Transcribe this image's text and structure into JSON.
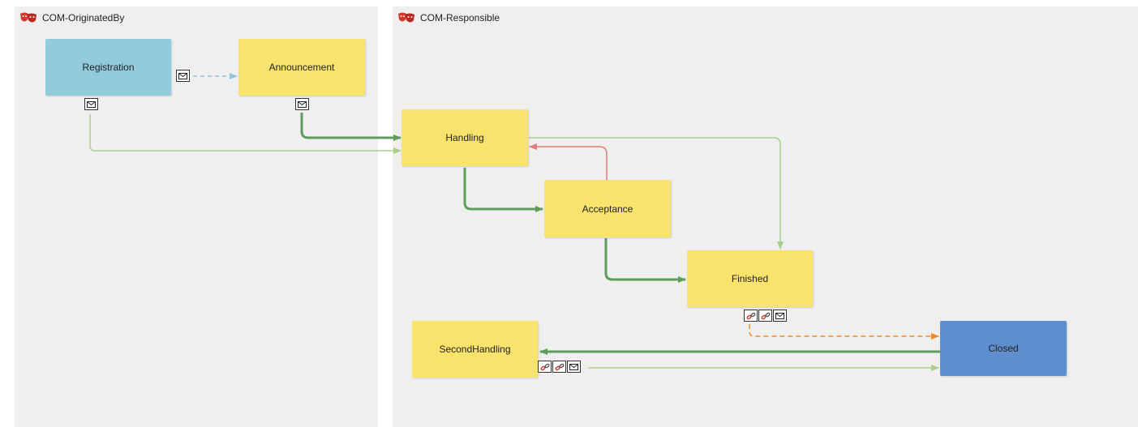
{
  "lanes": {
    "originated_by": {
      "title": "COM-OriginatedBy"
    },
    "responsible": {
      "title": "COM-Responsible"
    }
  },
  "nodes": {
    "registration": "Registration",
    "announcement": "Announcement",
    "handling": "Handling",
    "acceptance": "Acceptance",
    "finished": "Finished",
    "second_handling": "SecondHandling",
    "closed": "Closed"
  },
  "colors": {
    "lane_bg": "#efefef",
    "task_yellow": "#f9e36d",
    "start_blue": "#92ccdc",
    "end_blue": "#5f8ecf",
    "main_flow_green": "#5e9c5e",
    "alt_flow_green": "#a9cf8c",
    "reject_red": "#e27a75",
    "message_dashed_blue": "#8ec6dd",
    "timeout_dashed_orange": "#f08a24"
  },
  "icons": {
    "lane": "theater-masks-icon",
    "message": "envelope-icon",
    "link": "chain-link-icon"
  }
}
